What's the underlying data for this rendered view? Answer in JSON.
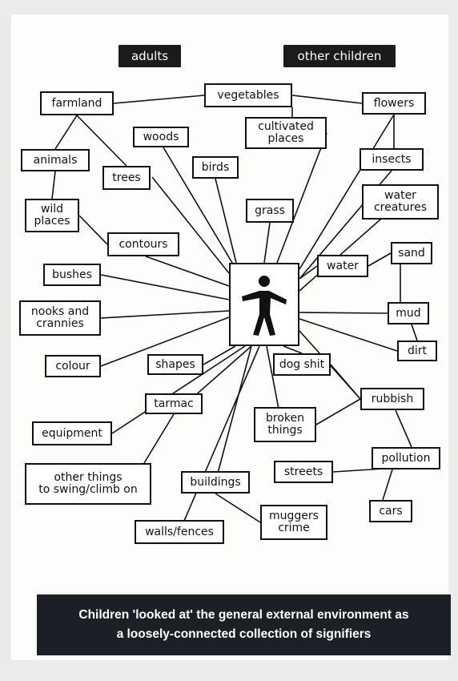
{
  "headers": {
    "left": "adults",
    "right": "other children"
  },
  "center": {
    "icon": "person-figure-icon"
  },
  "nodes": [
    "farmland",
    "vegetables",
    "flowers",
    "woods",
    "cultivated\nplaces",
    "animals",
    "birds",
    "trees",
    "insects",
    "wild\nplaces",
    "grass",
    "water\ncreatures",
    "contours",
    "sand",
    "water",
    "bushes",
    "nooks and\ncrannies",
    "mud",
    "dirt",
    "colour",
    "shapes",
    "dog shit",
    "tarmac",
    "rubbish",
    "equipment",
    "broken\nthings",
    "pollution",
    "other things\nto swing/climb on",
    "streets",
    "buildings",
    "cars",
    "muggers\ncrime",
    "walls/fences"
  ],
  "caption": {
    "line1": "Children 'looked at' the general external environment as",
    "line2": "a loosely-connected collection of signifiers"
  }
}
